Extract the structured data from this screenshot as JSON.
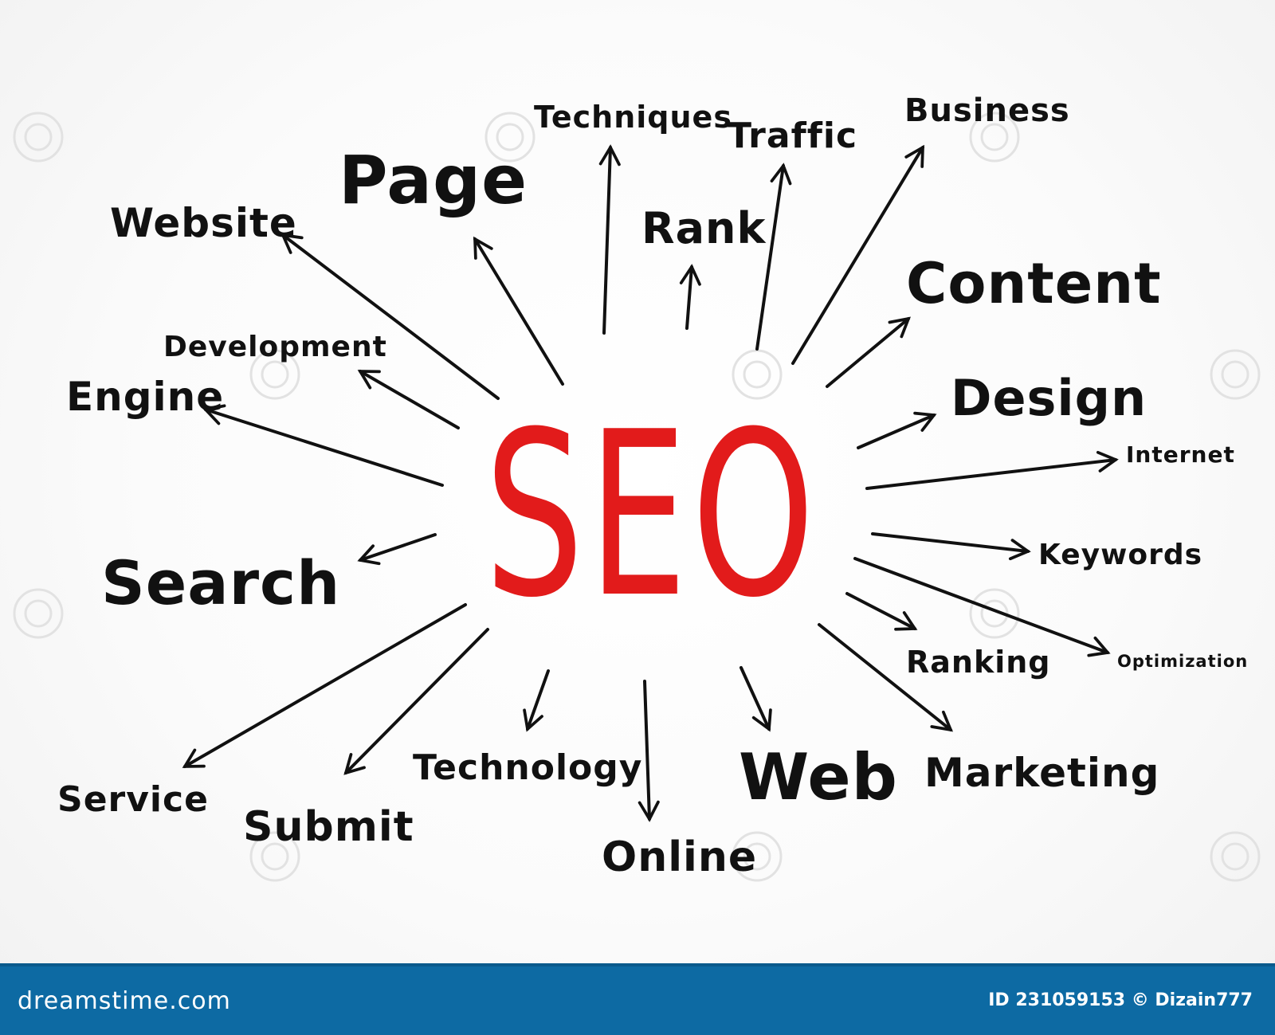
{
  "center": {
    "text": "SEO",
    "color": "#e21b1b"
  },
  "keywords": {
    "techniques": "Techniques",
    "traffic": "Traffic",
    "business": "Business",
    "page": "Page",
    "rank": "Rank",
    "website": "Website",
    "content": "Content",
    "development": "Development",
    "engine": "Engine",
    "design": "Design",
    "internet": "Internet",
    "keywords": "Keywords",
    "search": "Search",
    "ranking": "Ranking",
    "optimization": "Optimization",
    "service": "Service",
    "submit": "Submit",
    "technology": "Technology",
    "online": "Online",
    "web": "Web",
    "marketing": "Marketing"
  },
  "footer": {
    "site": "dreamstime.com",
    "id_text": "ID 231059153 © Dizain777",
    "background": "#0d6aa3"
  }
}
